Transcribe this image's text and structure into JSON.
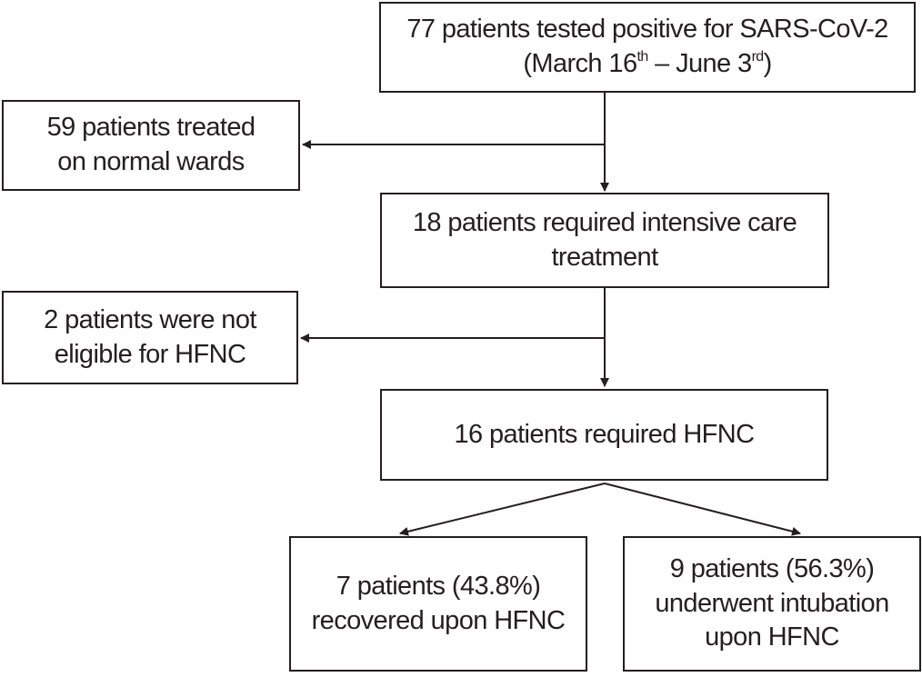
{
  "boxes": {
    "tested_positive": {
      "line1": "77 patients tested positive for SARS-CoV-2",
      "line2_pre": "(March 16",
      "line2_sup1": "th",
      "line2_mid": " – June 3",
      "line2_sup2": "rd",
      "line2_post": ")"
    },
    "normal_wards": {
      "line1": "59 patients treated",
      "line2": "on normal wards"
    },
    "intensive_care": {
      "line1": "18 patients required intensive care",
      "line2": "treatment"
    },
    "not_eligible": {
      "line1": "2 patients were not",
      "line2": "eligible for HFNC"
    },
    "required_hfnc": {
      "line1": "16 patients required HFNC"
    },
    "recovered": {
      "line1": "7 patients (43.8%)",
      "line2": "recovered upon HFNC"
    },
    "intubated": {
      "line1": "9 patients (56.3%)",
      "line2": "underwent intubation",
      "line3": "upon HFNC"
    }
  },
  "colors": {
    "stroke": "#231f20",
    "background": "#ffffff"
  }
}
